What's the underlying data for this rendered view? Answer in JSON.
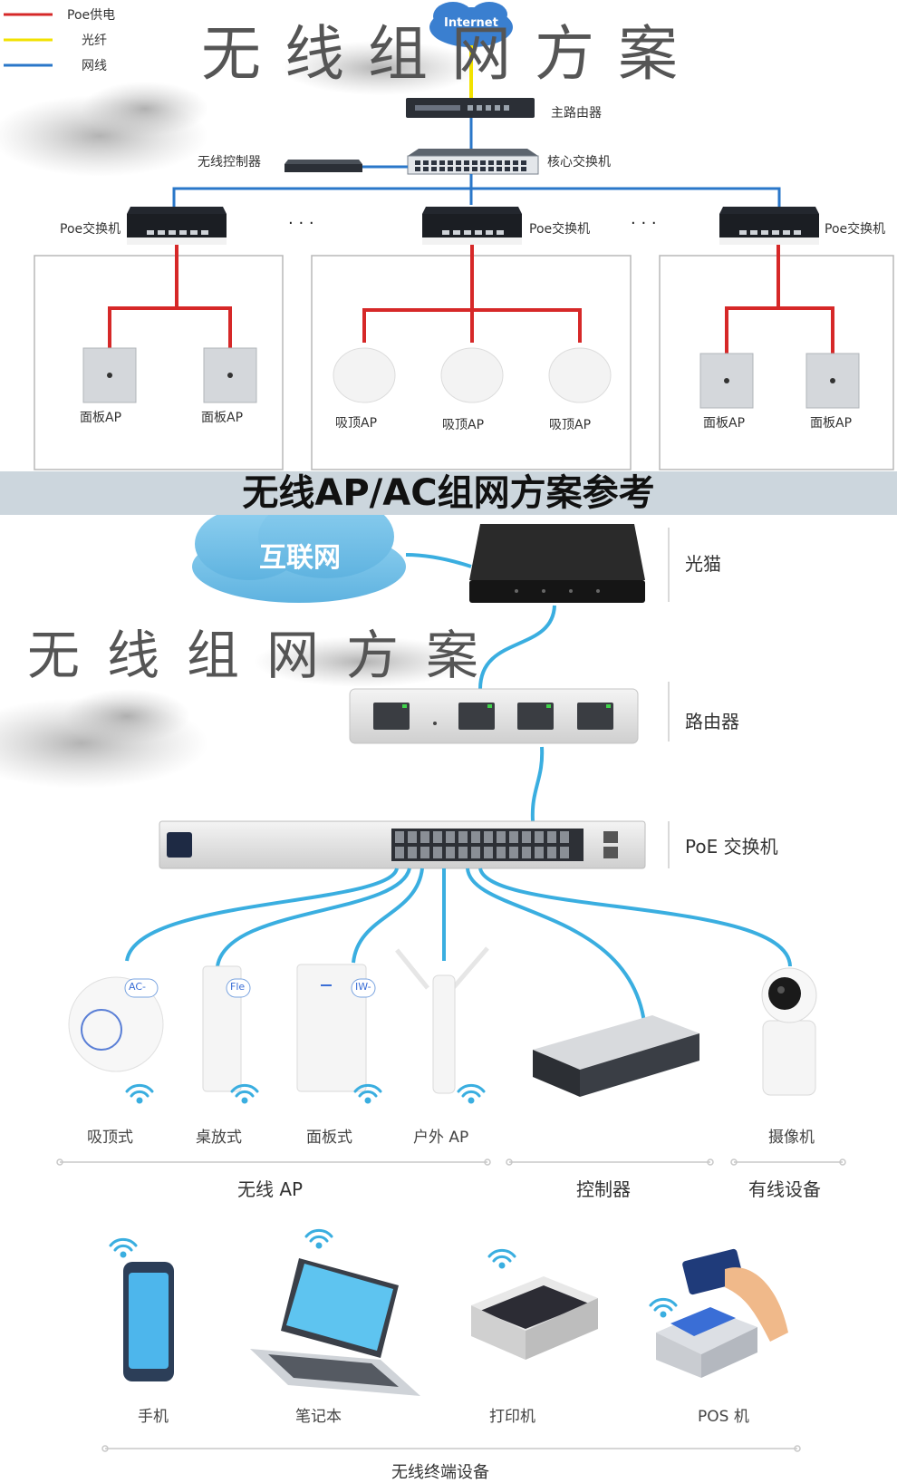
{
  "top": {
    "legend": [
      {
        "label": "Poe供电",
        "color": "#d62828"
      },
      {
        "label": "光纤",
        "color": "#f2e200"
      },
      {
        "label": "网线",
        "color": "#2a77c9"
      }
    ],
    "brush_title": "无线组网方案",
    "internet_label": "Internet",
    "main_router_label": "主路由器",
    "core_switch_label": "核心交换机",
    "wireless_controller_label": "无线控制器",
    "poe_switch_label": "Poe交换机",
    "ellipsis": "· · ·",
    "groups": [
      {
        "aps": [
          "面板AP",
          "面板AP"
        ]
      },
      {
        "aps": [
          "吸顶AP",
          "吸顶AP",
          "吸顶AP"
        ]
      },
      {
        "aps": [
          "面板AP",
          "面板AP"
        ]
      }
    ]
  },
  "banner_title": "无线AP/AC组网方案参考",
  "bottom": {
    "brush_title": "无线组网方案",
    "cloud_label": "互联网",
    "modem_label": "光猫",
    "router_label": "路由器",
    "poe_switch_label": "PoE 交换机",
    "devices": [
      "吸顶式",
      "桌放式",
      "面板式",
      "户外 AP",
      "摄像机"
    ],
    "device_tags": [
      "AC-",
      "Fle",
      "IW-"
    ],
    "categories": [
      "无线 AP",
      "控制器",
      "有线设备"
    ],
    "terminals": [
      "手机",
      "笔记本",
      "打印机",
      "POS 机"
    ],
    "terminal_category": "无线终端设备"
  },
  "colors": {
    "poe": "#d62828",
    "fiber": "#f2e200",
    "lan": "#2a77c9",
    "cable_light": "#3aaee0",
    "banner_bg": "#ccd6dd"
  }
}
